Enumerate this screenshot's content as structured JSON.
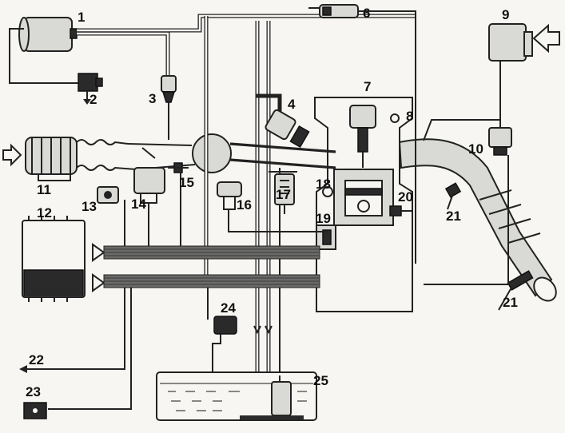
{
  "diagram": {
    "labels": [
      {
        "id": "1",
        "text": "1"
      },
      {
        "id": "2",
        "text": "2"
      },
      {
        "id": "3",
        "text": "3"
      },
      {
        "id": "4",
        "text": "4"
      },
      {
        "id": "6",
        "text": "6"
      },
      {
        "id": "7",
        "text": "7"
      },
      {
        "id": "8",
        "text": "8"
      },
      {
        "id": "9",
        "text": "9"
      },
      {
        "id": "10",
        "text": "10"
      },
      {
        "id": "11",
        "text": "11"
      },
      {
        "id": "12",
        "text": "12"
      },
      {
        "id": "13",
        "text": "13"
      },
      {
        "id": "14",
        "text": "14"
      },
      {
        "id": "15",
        "text": "15"
      },
      {
        "id": "16",
        "text": "16"
      },
      {
        "id": "17",
        "text": "17"
      },
      {
        "id": "18",
        "text": "18"
      },
      {
        "id": "19",
        "text": "19"
      },
      {
        "id": "20",
        "text": "20"
      },
      {
        "id": "21a",
        "text": "21"
      },
      {
        "id": "21b",
        "text": "21"
      },
      {
        "id": "22",
        "text": "22"
      },
      {
        "id": "23",
        "text": "23"
      },
      {
        "id": "24",
        "text": "24"
      },
      {
        "id": "25",
        "text": "25"
      }
    ]
  }
}
